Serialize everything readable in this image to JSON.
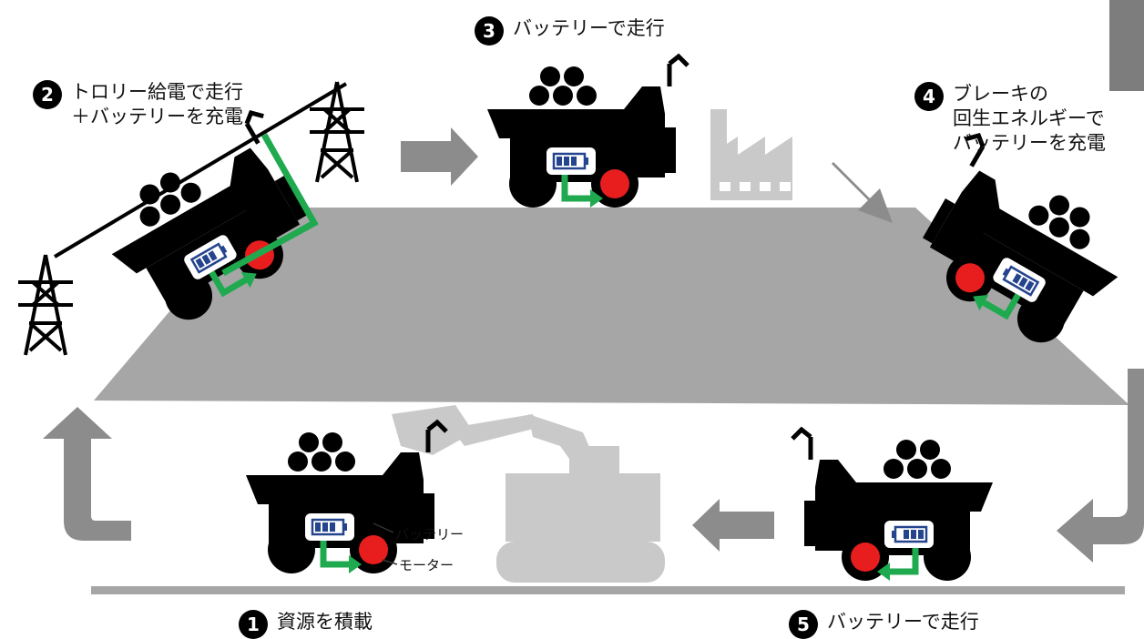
{
  "steps": [
    {
      "num": "1",
      "lines": [
        "資源を積載"
      ]
    },
    {
      "num": "2",
      "lines": [
        "トロリー給電で走行",
        "＋バッテリーを充電"
      ]
    },
    {
      "num": "3",
      "lines": [
        "バッテリーで走行"
      ]
    },
    {
      "num": "4",
      "lines": [
        "ブレーキの",
        "回生エネルギーで",
        "バッテリーを充電"
      ]
    },
    {
      "num": "5",
      "lines": [
        "バッテリーで走行"
      ]
    }
  ],
  "callouts": {
    "battery": "バッテリー",
    "motor": "モーター"
  },
  "colors": {
    "road": "#a6a6a6",
    "arrow": "#8c8c8c",
    "truck": "#000000",
    "flow": "#1faa50",
    "motor": "#e81e1e",
    "battery": "#24448e",
    "bg_object": "#c9c9c9"
  }
}
